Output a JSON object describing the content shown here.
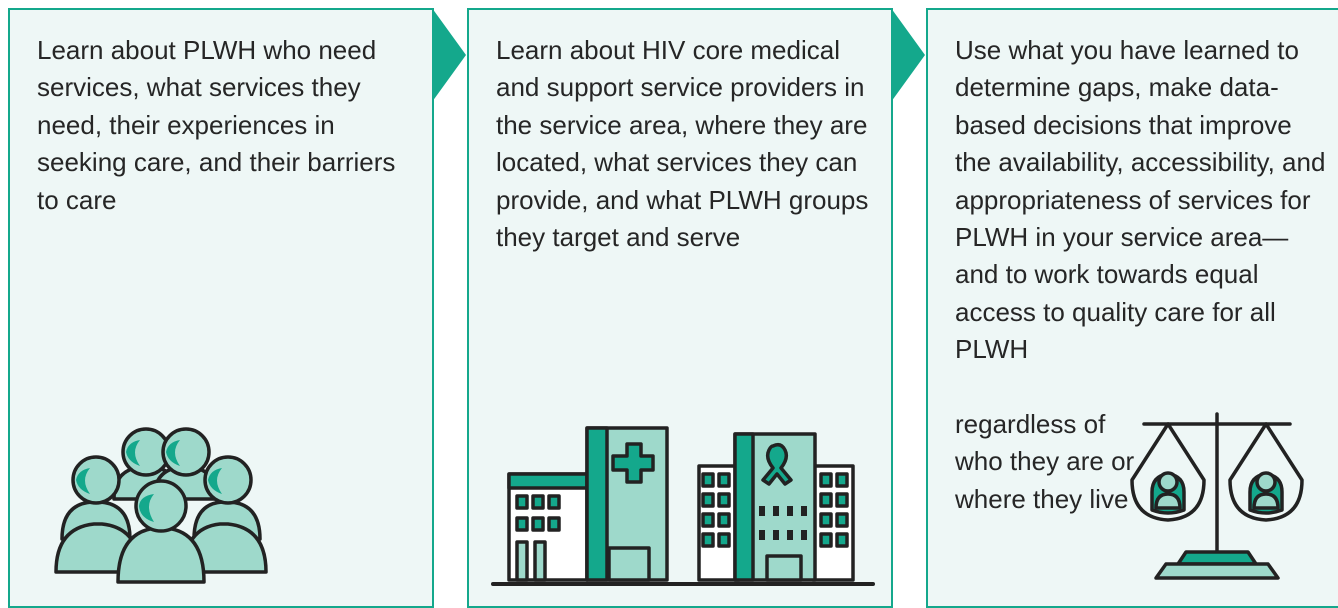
{
  "steps": [
    {
      "text": "Learn about PLWH who need services, what services they need, their experiences in seeking care, and their barriers to care",
      "icon": "people-group-icon"
    },
    {
      "text": "Learn about HIV core medical and support service providers in the service area, where they are located, what services they can provide, and what PLWH groups they target and serve",
      "icon": "medical-buildings-icon"
    },
    {
      "text": "Use what you have learned to determine gaps, make data-based decisions that improve the availability, accessibility, and appropriateness of services for PLWH in your service area—and to work towards equal access to quality care for all PLWH",
      "text_continued": "regardless of who they are or where they live",
      "icon": "balance-scale-icon"
    }
  ],
  "colors": {
    "accent": "#14a88c",
    "panel_background": "#eef7f6",
    "icon_fill": "#9ed9cb",
    "icon_dark": "#14a88c",
    "outline": "#222222"
  }
}
